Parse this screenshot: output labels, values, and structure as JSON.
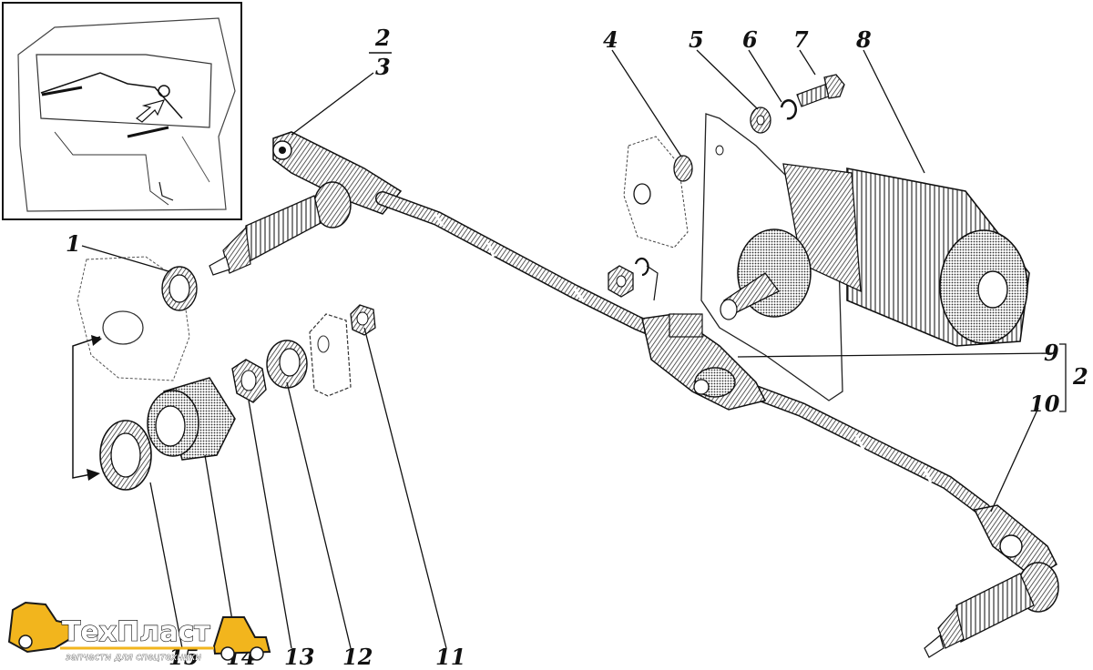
{
  "diagram": {
    "callouts": [
      {
        "id": "1",
        "label": "1"
      },
      {
        "id": "3",
        "label": "3"
      },
      {
        "id": "4",
        "label": "4"
      },
      {
        "id": "5",
        "label": "5"
      },
      {
        "id": "6",
        "label": "6"
      },
      {
        "id": "7",
        "label": "7"
      },
      {
        "id": "8",
        "label": "8"
      },
      {
        "id": "9",
        "label": "9"
      },
      {
        "id": "10",
        "label": "10"
      },
      {
        "id": "11",
        "label": "11"
      },
      {
        "id": "12",
        "label": "12"
      },
      {
        "id": "13",
        "label": "13"
      },
      {
        "id": "14",
        "label": "14"
      },
      {
        "id": "15",
        "label": "15"
      }
    ],
    "fraction_top": "2",
    "group_label": "2"
  },
  "logo": {
    "name": "ТехПласт",
    "tagline": "запчасти для спецтехники",
    "colors": {
      "brand_yellow": "#f2b51d",
      "outline": "#1a1a1a"
    }
  },
  "palette": {
    "ink": "#111111",
    "paper": "#ffffff",
    "shade": "#555555"
  }
}
